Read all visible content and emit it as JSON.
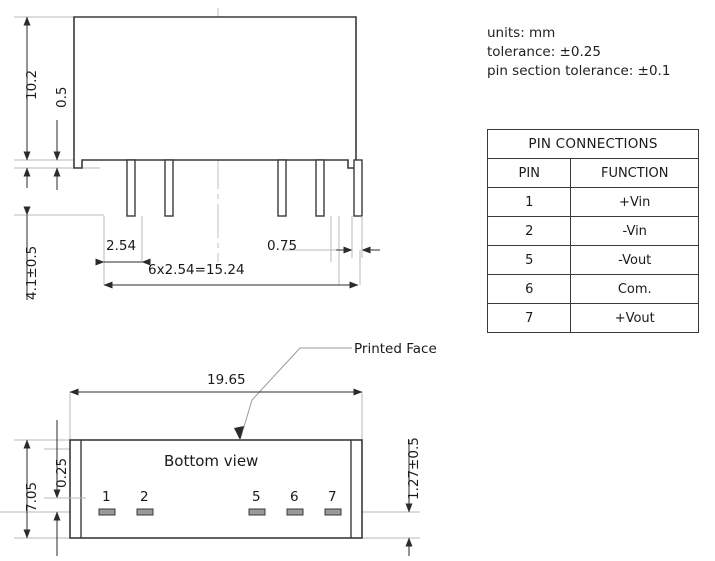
{
  "notes": {
    "units": "units: mm",
    "tolerance": "tolerance: ±0.25",
    "pin_tolerance": "pin section tolerance: ±0.1"
  },
  "pin_table": {
    "title": "PIN CONNECTIONS",
    "headers": [
      "PIN",
      "FUNCTION"
    ],
    "rows": [
      {
        "pin": "1",
        "function": "+Vin"
      },
      {
        "pin": "2",
        "function": "-Vin"
      },
      {
        "pin": "5",
        "function": "-Vout"
      },
      {
        "pin": "6",
        "function": "Com."
      },
      {
        "pin": "7",
        "function": "+Vout"
      }
    ]
  },
  "side_view": {
    "dim_height_total": "10.2",
    "dim_standoff": "0.5",
    "dim_pin_length": "4.1±0.5",
    "dim_pitch": "2.54",
    "dim_pin_width": "0.75",
    "dim_span": "6x2.54=15.24"
  },
  "bottom_view": {
    "title": "Bottom view",
    "printed_face_label": "Printed Face",
    "dim_width": "19.65",
    "dim_depth_total": "7.05",
    "dim_edge": "0.25",
    "dim_pad_offset": "1.27±0.5",
    "pin_numbers": [
      "1",
      "2",
      "5",
      "6",
      "7"
    ]
  },
  "colors": {
    "outline": "#3a3a3a",
    "dimension": "#8a8a8a",
    "centerline": "#c8c8c8",
    "text": "#1a1a1a"
  }
}
